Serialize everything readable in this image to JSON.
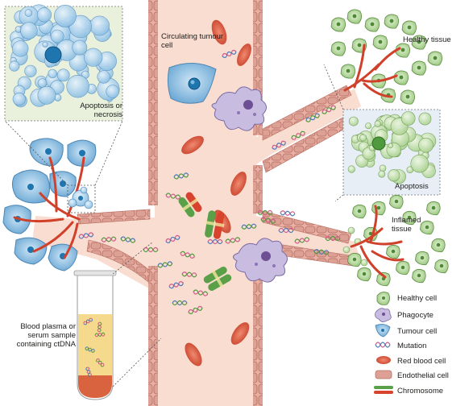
{
  "labels": {
    "circulating_tumour_cell": "Circulating tumour cell",
    "healthy_tissue": "Healthy tissue",
    "apoptosis_or_necrosis": "Apoptosis or necrosis",
    "apoptosis": "Apoptosis",
    "inflamed_tissue": "Inflamed tissue",
    "blood_sample": "Blood plasma or serum sample containing ctDNA"
  },
  "legend": [
    {
      "icon": "healthy-cell-icon",
      "label": "Healthy cell"
    },
    {
      "icon": "phagocyte-icon",
      "label": "Phagocyte"
    },
    {
      "icon": "tumour-cell-icon",
      "label": "Tumour cell"
    },
    {
      "icon": "mutation-icon",
      "label": "Mutation"
    },
    {
      "icon": "red-blood-cell-icon",
      "label": "Red blood cell"
    },
    {
      "icon": "endothelial-cell-icon",
      "label": "Endothelial cell"
    },
    {
      "icon": "chromosome-icon",
      "label": "Chromosome"
    }
  ],
  "colors": {
    "vessel_wall": "#e5a59a",
    "vessel_lumen": "#f9ddd0",
    "red_blood_cell": "#d9523a",
    "healthy_cell": "#a6cf8e",
    "tumour_cell": "#7fb4d8",
    "phagocyte": "#b7a9d1",
    "dna_pink": "#d05a8a",
    "dna_blue": "#4d78b9",
    "dna_green": "#4e9a3c",
    "chromosome_red": "#d8432e",
    "chromosome_green": "#5aa048"
  }
}
